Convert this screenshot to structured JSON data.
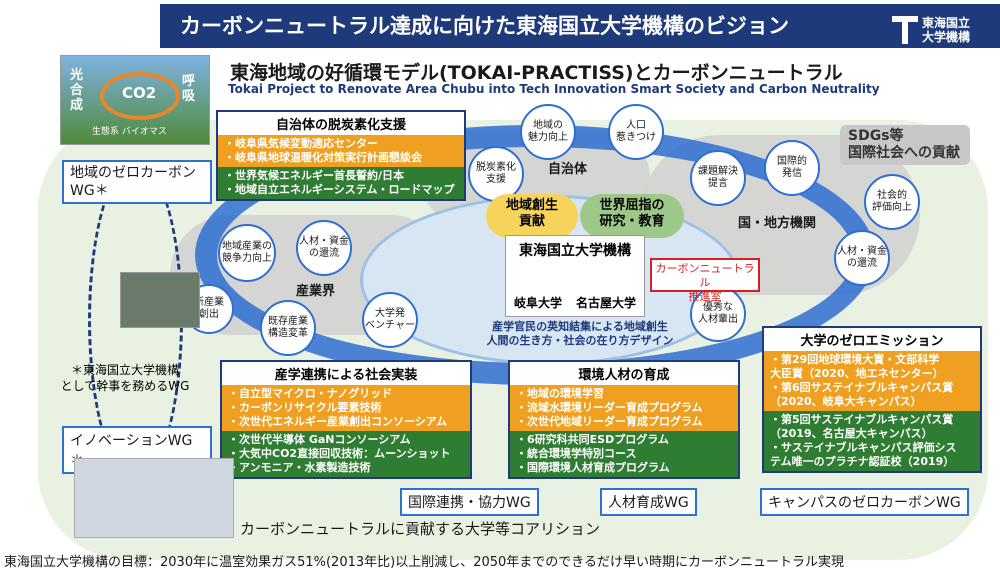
{
  "header": {
    "title": "カーボンニュートラル達成に向けた東海国立大学機構のビジョン",
    "logo_text": "東海国立\n大学機構"
  },
  "title_jp": "東海地域の好循環モデル(TOKAI-PRACTISS)とカーボンニュートラル",
  "title_en": "Tokai Project to Renovate Area Chubu into Tech Innovation Smart Society and Carbon Neutrality",
  "photo": {
    "left_label": "光合成",
    "right_label": "呼吸",
    "co2": "CO2",
    "bottom": "生態系 バイオマス"
  },
  "wg_local": "地域のゼロカーボン\nWG＊",
  "wg_innovation": "イノベーションWG＊",
  "wg_note": "＊東海国立大学機構\nとして幹事を務めるWG",
  "local_gov": {
    "title": "自治体の脱炭素化支援",
    "orange": [
      "・岐阜県気候変動適応センター",
      "・岐阜県地球温暖化対策実行計画懇談会"
    ],
    "green": [
      "・世界気候エネルギー首長誓約/日本",
      "・地域自立エネルギーシステム・ロードマップ"
    ]
  },
  "ring": {
    "local_gov_label": "自治体",
    "industry_label": "産業界",
    "national_label": "国・地方機関",
    "circles": {
      "decarb": "脱炭素化\n支援",
      "attract": "地域の\n魅力向上",
      "people": "人口\n惹きつけ",
      "task": "課題解決\n提言",
      "intl": "国際的\n発信",
      "social": "社会的\n評価向上",
      "talent_return": "人材・資金\nの還流",
      "compete": "地域産業の\n競争力向上",
      "talent_fund": "人材・資金\nの還流",
      "new_ind": "新産業\n創出",
      "existing": "既存産業\n構造変革",
      "venture": "大学発\nベンチャー",
      "human": "優秀な\n人材輩出"
    },
    "pill_regional": "地域創生\n貢献",
    "pill_world": "世界屈指の\n研究・教育",
    "center_title": "東海国立大学機構",
    "center_gifu": "岐阜大学",
    "center_nagoya": "名古屋大学",
    "center_slogan": "産学官民の英知結集による地域創生\n人間の生き方・社会の在り方デザイン",
    "red_box": "カーボンニュートラル\n推進室"
  },
  "sdgs": "SDGs等\n国際社会への貢献",
  "industry": {
    "title": "産学連携による社会実装",
    "orange": [
      "・自立型マイクロ・ナノグリッド",
      "・カーボンリサイクル要素技術",
      "・次世代エネルギー産業創出コンソーシアム"
    ],
    "green": [
      "・次世代半導体 GaNコンソーシアム",
      "・大気中CO2直接回収技術：ムーンショット",
      "・アンモニア・水素製造技術"
    ]
  },
  "education": {
    "title": "環境人材の育成",
    "orange": [
      "・地域の環境学習",
      "・流域水環境リーダー育成プログラム",
      "・次世代地域リーダー育成プログラム"
    ],
    "green": [
      "・6研究科共同ESDプログラム",
      "・統合環境学特別コース",
      "・国際環境人材育成プログラム"
    ]
  },
  "campus": {
    "title": "大学のゼロエミッション",
    "orange": [
      "・第29回地球環境大賞・文部科学\n大臣賞（2020、地エネセンター）",
      "・第6回サステイナブルキャンパス賞\n（2020、岐阜大キャンパス）"
    ],
    "green": [
      "・第5回サステイナブルキャンパス賞\n（2019、名古屋大キャンパス）",
      "・サステイナブルキャンパス評価シス\nテム唯一のプラチナ認証校（2019）"
    ]
  },
  "wg_intl": "国際連携・協力WG",
  "wg_human": "人材育成WG",
  "wg_campus": "キャンパスのゼロカーボンWG",
  "coalition": "カーボンニュートラルに貢献する大学等コアリション",
  "goal": "東海国立大学機構の目標：2030年に温室効果ガス51%(2013年比)以上削減し、2050年までのできるだけ早い時期にカーボンニュートラル実現"
}
